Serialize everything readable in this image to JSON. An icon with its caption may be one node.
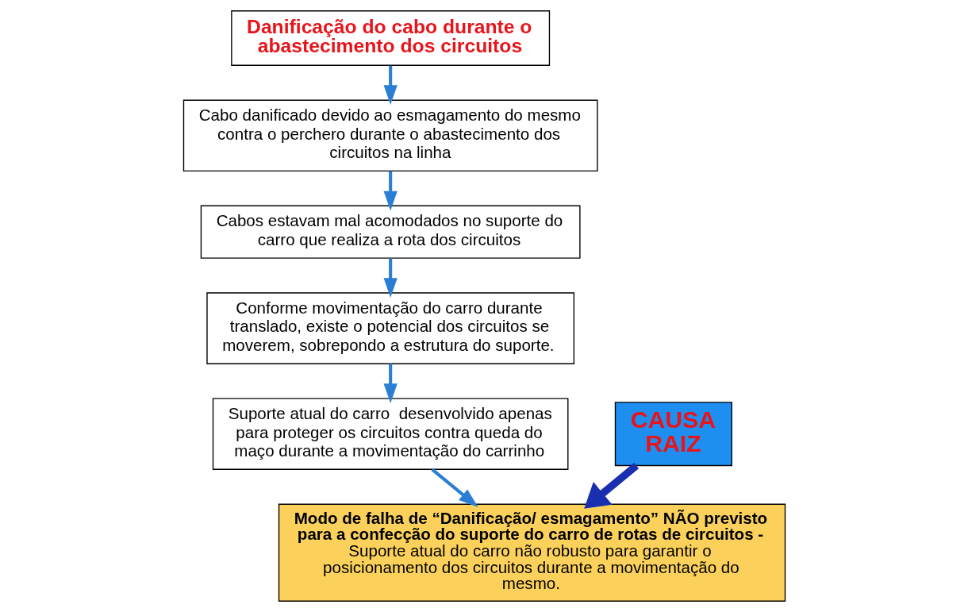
{
  "diagram": {
    "nodes": [
      {
        "text": [
          "Danificação do cabo durante o abastecimento dos circuitos"
        ]
      },
      {
        "text": [
          "Cabo danificado devido ao esmagamento do mesmo contra o perchero durante o abastecimento dos circuitos na linha"
        ]
      },
      {
        "text": [
          "Cabos estavam mal acomodados no suporte do carro que realiza a rota dos circuitos"
        ]
      },
      {
        "text": [
          "Conforme movimentação do carro durante translado, existe o potencial dos circuitos se moverem, sobrepondo a estrutura do suporte."
        ]
      },
      {
        "text": [
          "Suporte atual do carro  desenvolvido apenas para proteger os circuitos contra queda do maço durante a movimentação do carrinho"
        ]
      },
      {
        "text": [
          "Modo de falha de “Danificação/ esmagamento” NÃO previsto para a confecção do suporte do carro de rotas de circuitos -",
          "Suporte atual do carro não robusto para garantir o posicionamento dos circuitos durante a movimentação do mesmo."
        ]
      },
      {
        "text": [
          "CAUSA RAIZ"
        ]
      }
    ],
    "edges": [
      {
        "from": 0,
        "to": 1,
        "arrow": "to"
      },
      {
        "from": 1,
        "to": 2,
        "arrow": "to"
      },
      {
        "from": 2,
        "to": 3,
        "arrow": "to"
      },
      {
        "from": 3,
        "to": 4,
        "arrow": "to"
      },
      {
        "from": 4,
        "to": 5,
        "arrow": "to"
      },
      {
        "from": 6,
        "to": 5,
        "arrow": "to",
        "style": "thick",
        "color": "#1a2fb0"
      }
    ]
  }
}
